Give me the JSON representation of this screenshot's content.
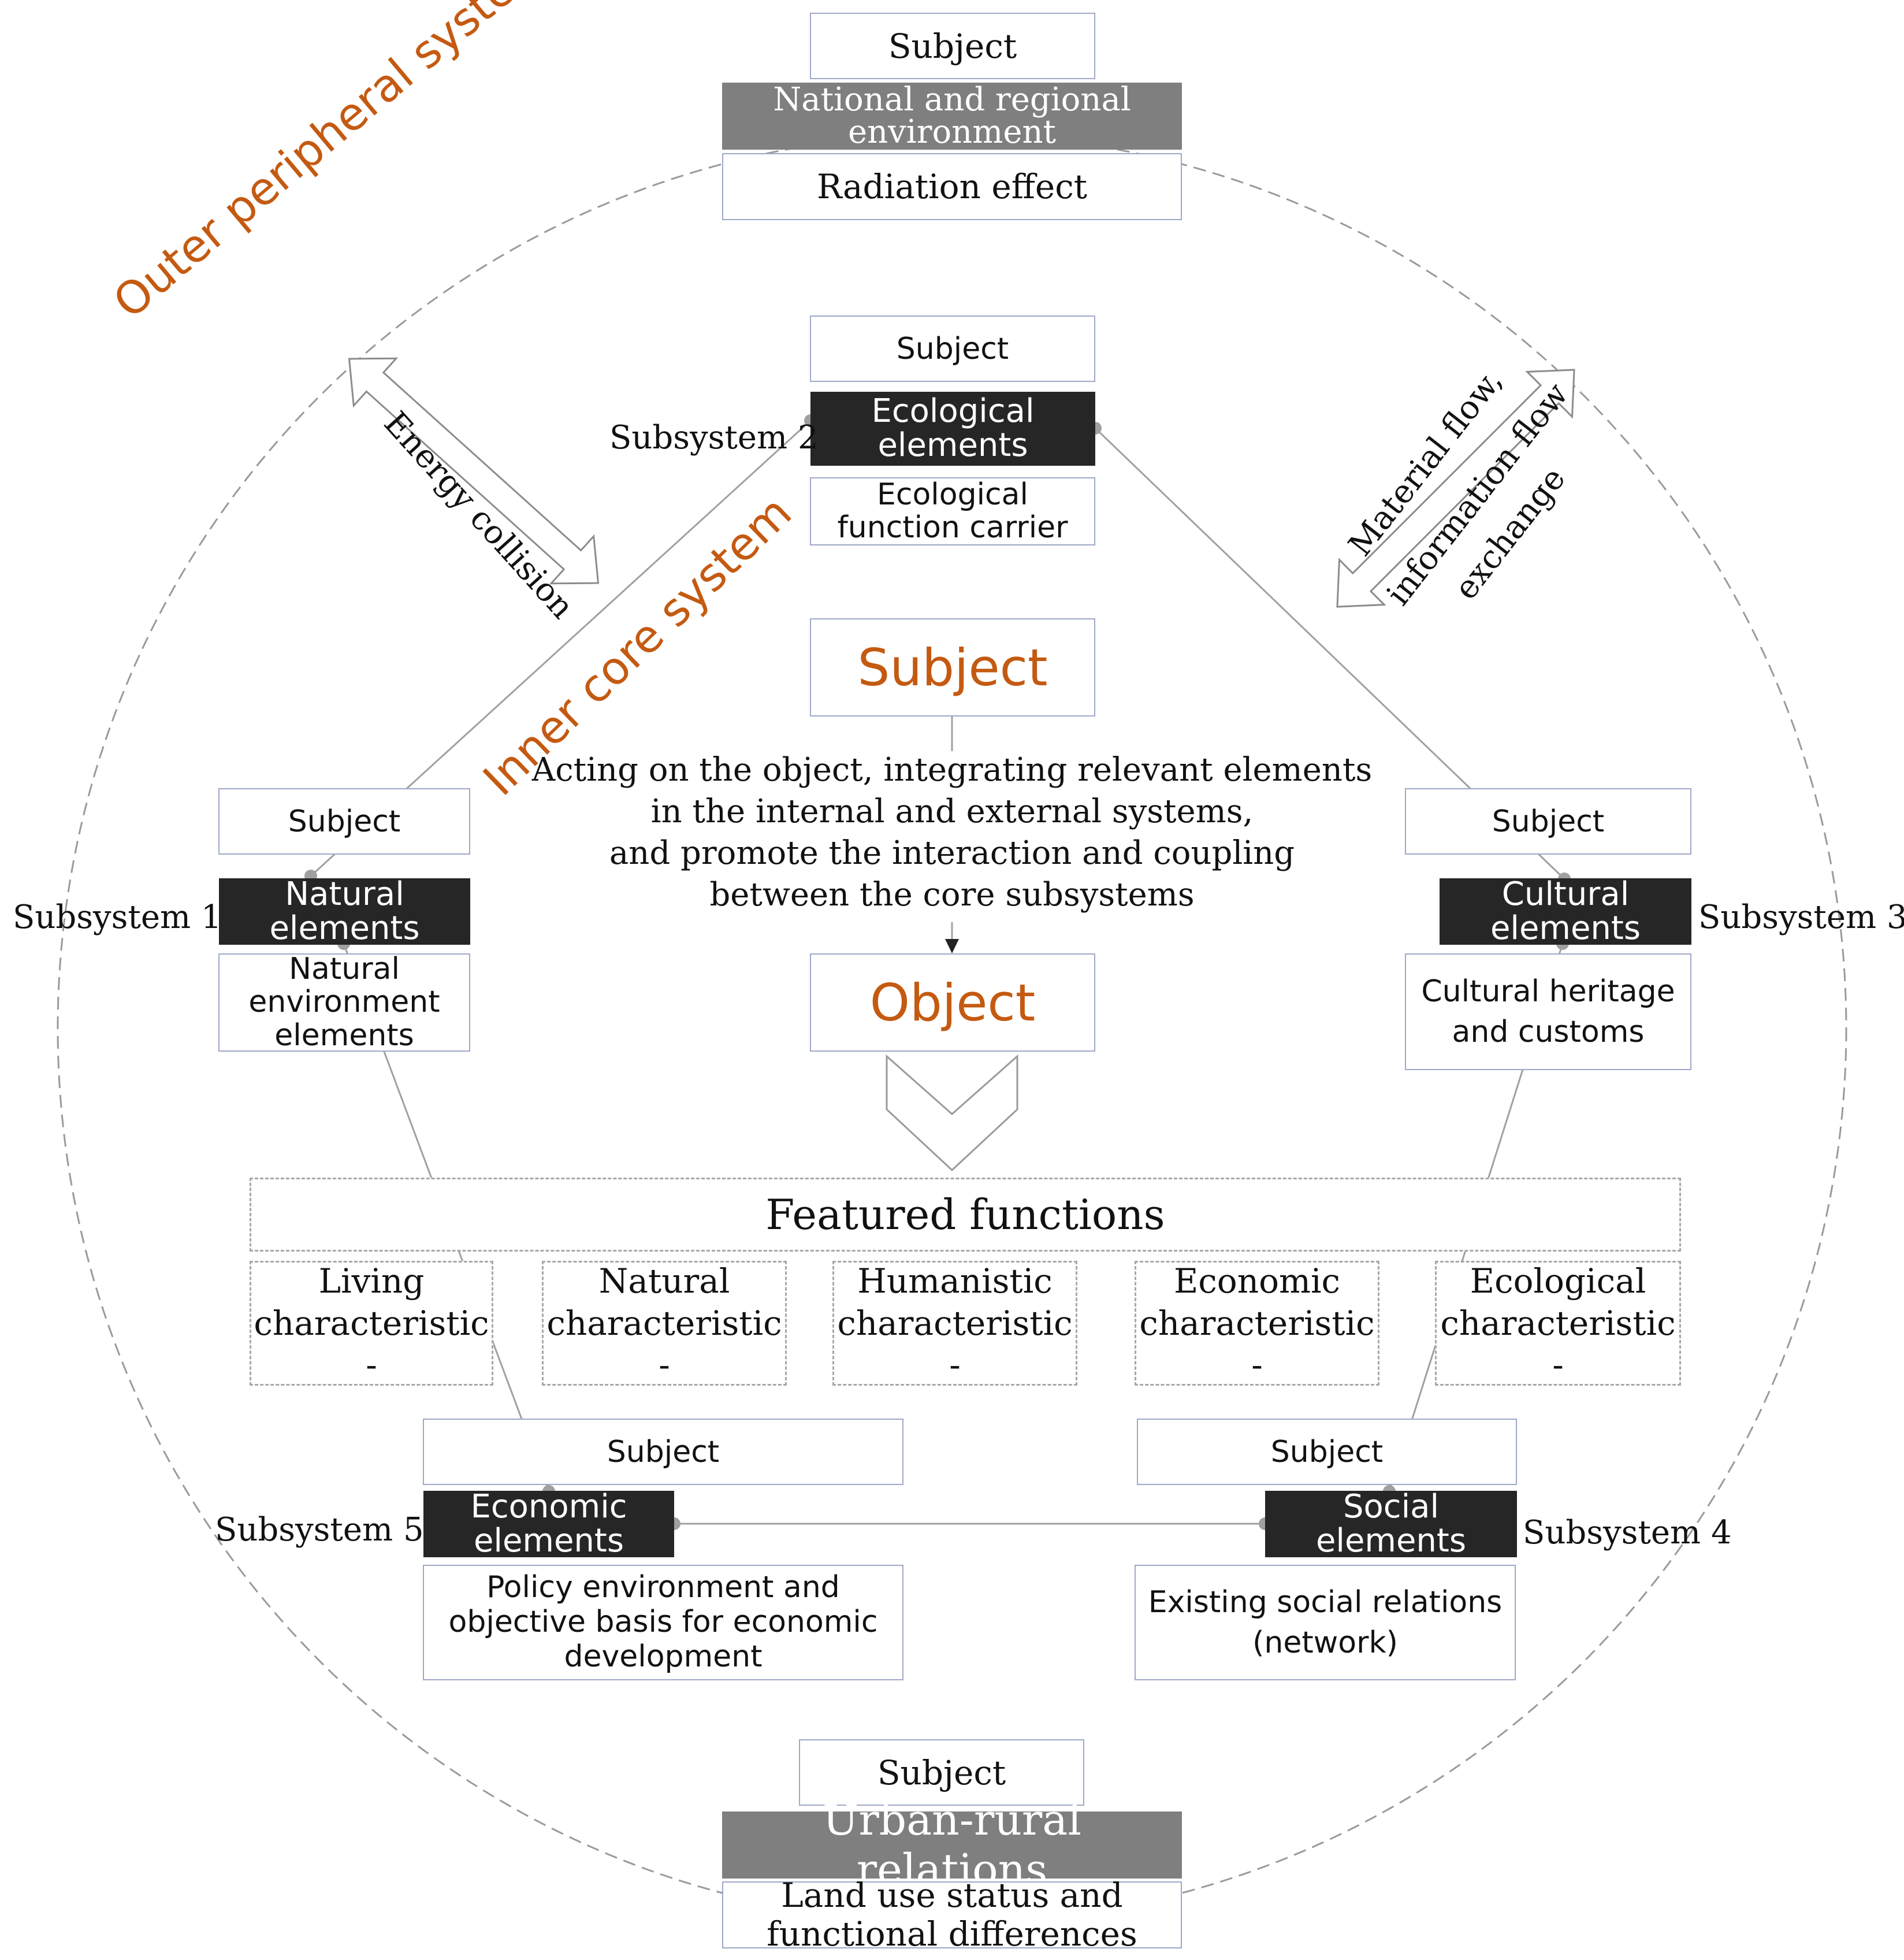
{
  "outer_label": "Outer peripheral system",
  "inner_label": "Inner core system",
  "arrows": {
    "energy": "Energy collision",
    "flow_line1": "Material flow,",
    "flow_line2": "information flow",
    "flow_line3": "exchange"
  },
  "top": {
    "subject": "Subject",
    "element_line1": "National and regional",
    "element_line2": "environment",
    "carrier": "Radiation effect"
  },
  "subsystem2": {
    "label": "Subsystem 2",
    "subject": "Subject",
    "element_line1": "Ecological",
    "element_line2": "elements",
    "carrier_line1": "Ecological",
    "carrier_line2": "function carrier"
  },
  "center": {
    "subject": "Subject",
    "description": [
      "Acting on the object, integrating relevant elements",
      "in the internal and external systems,",
      "and promote the interaction and coupling",
      "between the core subsystems"
    ],
    "object": "Object"
  },
  "subsystem1": {
    "label": "Subsystem 1",
    "subject": "Subject",
    "element_line1": "Natural",
    "element_line2": "elements",
    "carrier_line1": "Natural",
    "carrier_line2": "environment",
    "carrier_line3": "elements"
  },
  "subsystem3": {
    "label": "Subsystem 3",
    "subject": "Subject",
    "element_line1": "Cultural",
    "element_line2": "elements",
    "carrier_line1": "Cultural heritage",
    "carrier_line2": "and customs"
  },
  "featured": {
    "title": "Featured functions",
    "items": [
      {
        "line1": "Living",
        "line2": "characteristic -"
      },
      {
        "line1": "Natural",
        "line2": "characteristic -"
      },
      {
        "line1": "Humanistic",
        "line2": "characteristic -"
      },
      {
        "line1": "Economic",
        "line2": "characteristic -"
      },
      {
        "line1": "Ecological",
        "line2": "characteristic -"
      }
    ]
  },
  "subsystem5": {
    "label": "Subsystem 5",
    "subject": "Subject",
    "element_line1": "Economic",
    "element_line2": "elements",
    "carrier_line1": "Policy environment and",
    "carrier_line2": "objective basis for economic",
    "carrier_line3": "development"
  },
  "subsystem4": {
    "label": "Subsystem 4",
    "subject": "Subject",
    "element_line1": "Social",
    "element_line2": "elements",
    "carrier_line1": "Existing social relations",
    "carrier_line2": "(network)"
  },
  "bottom": {
    "subject": "Subject",
    "element": "Urban-rural relations",
    "carrier_line1": "Land use status and",
    "carrier_line2": "functional differences"
  }
}
